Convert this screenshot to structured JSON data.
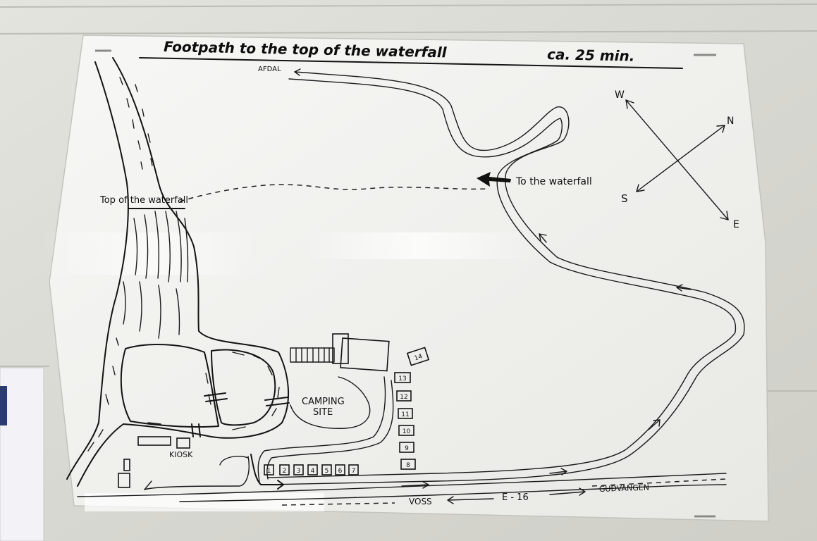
{
  "sign": {
    "title": "Footpath to the top of the waterfall",
    "duration": "ca. 25 min."
  },
  "compass": {
    "w": "W",
    "n": "N",
    "s": "S",
    "e": "E"
  },
  "labels": {
    "afdal": "AFDAL",
    "to_waterfall": "To the waterfall",
    "top_of_waterfall": "Top of the waterfall",
    "camping_line1": "CAMPING",
    "camping_line2": "SITE",
    "kiosk": "KIOSK",
    "voss": "VOSS",
    "road": "E - 16",
    "gudvangen": "GUDVANGEN"
  },
  "cabins": {
    "row": [
      "1",
      "2",
      "3",
      "4",
      "5",
      "6",
      "7"
    ],
    "column": [
      "13",
      "12",
      "11",
      "10",
      "9",
      "8"
    ],
    "tilted": "14"
  }
}
